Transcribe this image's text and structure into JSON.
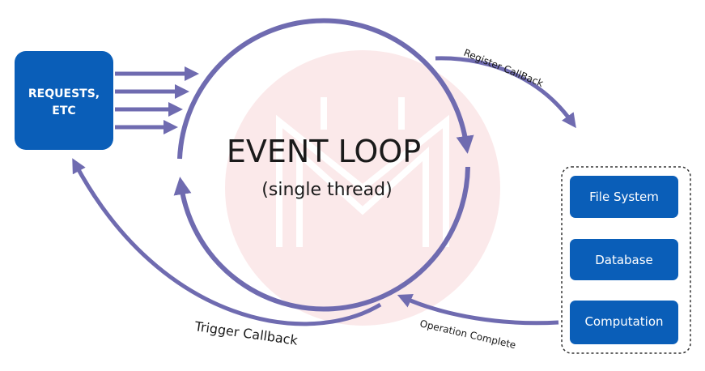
{
  "requests_box": {
    "line1": "REQUESTS,",
    "line2": "ETC"
  },
  "event_loop": {
    "title": "EVENT LOOP",
    "subtitle": "(single thread)"
  },
  "labels": {
    "register_callback": "Register CallBack",
    "trigger_callback": "Trigger Callback",
    "operation_complete": "Operation Complete"
  },
  "workers": [
    {
      "label": "File System"
    },
    {
      "label": "Database"
    },
    {
      "label": "Computation"
    }
  ],
  "colors": {
    "box_blue": "#0a5eb8",
    "arrow_purple": "#6f6bb0",
    "watermark": "#fbe9ea",
    "text_dark": "#1a1a1a"
  }
}
